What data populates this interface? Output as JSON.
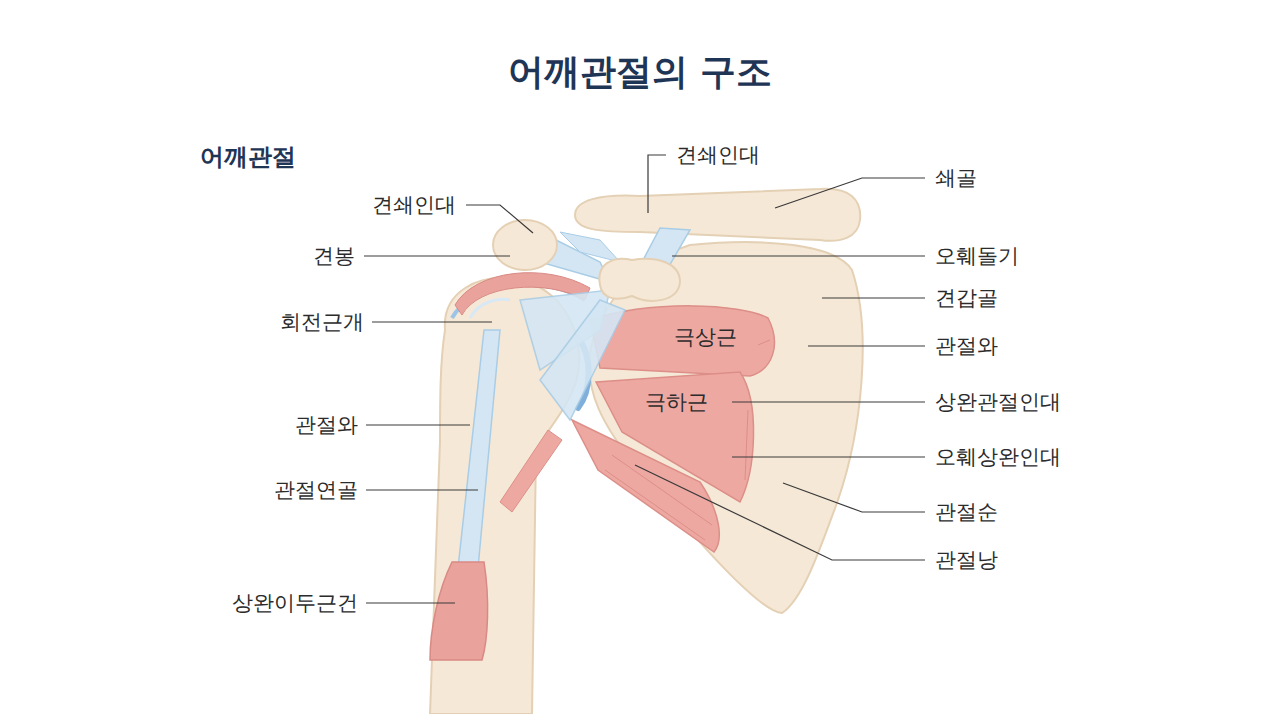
{
  "diagram": {
    "title": "어깨관절의 구조",
    "labels": [
      "어깨관절",
      "견쇄인대",
      "견쇄인대",
      "쇄골",
      "견봉",
      "오훼돌기",
      "견갑골",
      "회전근개",
      "극상근",
      "관절와",
      "극하근",
      "상완관절인대",
      "관절와",
      "오훼상완인대",
      "관절연골",
      "관절순",
      "관절낭",
      "상완이두근건"
    ]
  }
}
